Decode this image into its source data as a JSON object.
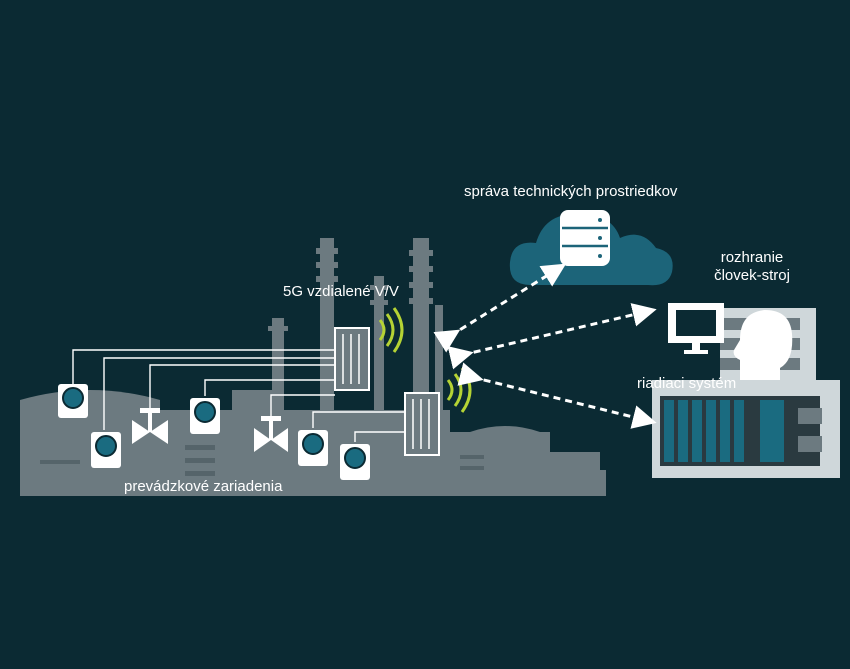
{
  "labels": {
    "asset_management": "správa technických prostriedkov",
    "hmi_line1": "rozhranie",
    "hmi_line2": "človek-stroj",
    "remote_io": "5G vzdialené V/V",
    "control_system": "riadiaci systém",
    "field_devices": "prevádzkové zariadenia"
  },
  "colors": {
    "background": "#0b2a33",
    "plant_gray": "#6c7a80",
    "plant_dark": "#55646a",
    "cloud": "#1c6479",
    "device_teal": "#1a6b80",
    "wifi": "#b5d334",
    "panel": "#cfd7da",
    "white": "#ffffff"
  },
  "icons": [
    "database-icon",
    "monitor-icon",
    "head-icon",
    "wifi-icon",
    "transmitter-icon",
    "valve-icon",
    "remote-io-icon",
    "control-cabinet-icon"
  ]
}
